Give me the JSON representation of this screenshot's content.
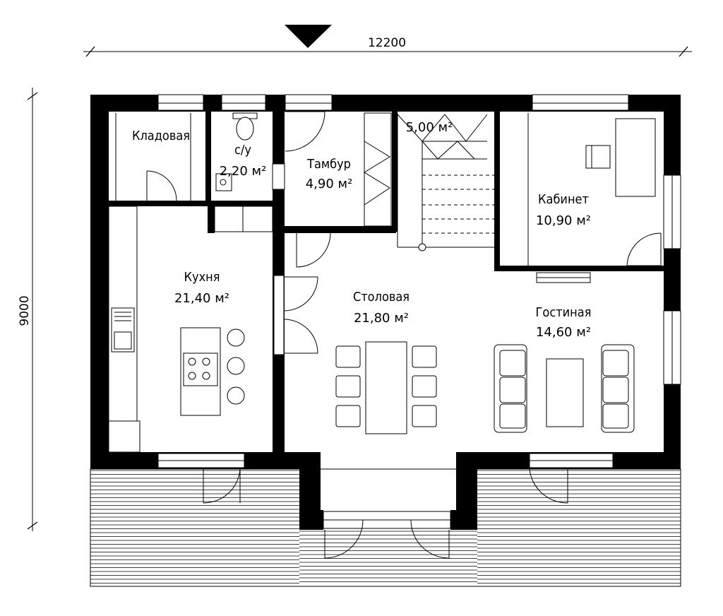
{
  "dimensions": {
    "width": "12200",
    "height": "9000"
  },
  "rooms": {
    "storage": {
      "name": "Кладовая"
    },
    "wc": {
      "name": "с/у",
      "area": "2,20 м²"
    },
    "vestibule": {
      "name": "Тамбур",
      "area": "4,90 м²"
    },
    "stairs": {
      "area": "5,00 м²"
    },
    "study": {
      "name": "Кабинет",
      "area": "10,90 м²"
    },
    "kitchen": {
      "name": "Кухня",
      "area": "21,40 м²"
    },
    "dining": {
      "name": "Столовая",
      "area": "21,80 м²"
    },
    "living": {
      "name": "Гостиная",
      "area": "14,60 м²"
    }
  }
}
